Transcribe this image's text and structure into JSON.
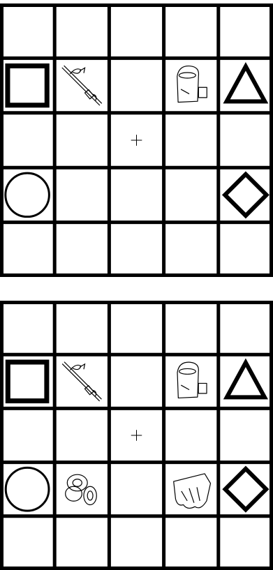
{
  "colors": {
    "line": "#000000",
    "background": "#ffffff"
  },
  "grids": [
    {
      "id": "top",
      "rows": 5,
      "cols": 5,
      "cells": [
        [
          "",
          "",
          "",
          "",
          ""
        ],
        [
          "square-icon",
          "fishing-rod-icon",
          "",
          "mug-icon",
          "triangle-icon"
        ],
        [
          "",
          "",
          "crosshair-icon",
          "",
          ""
        ],
        [
          "circle-icon",
          "",
          "",
          "",
          "diamond-icon"
        ],
        [
          "",
          "",
          "",
          "",
          ""
        ]
      ]
    },
    {
      "id": "bottom",
      "rows": 5,
      "cols": 5,
      "cells": [
        [
          "",
          "",
          "",
          "",
          ""
        ],
        [
          "square-icon",
          "fishing-rod-icon",
          "",
          "mug-icon",
          "triangle-icon"
        ],
        [
          "",
          "",
          "crosshair-icon",
          "",
          ""
        ],
        [
          "circle-icon",
          "tape-rolls-icon",
          "",
          "glove-icon",
          "diamond-icon"
        ],
        [
          "",
          "",
          "",
          "",
          ""
        ]
      ]
    }
  ]
}
